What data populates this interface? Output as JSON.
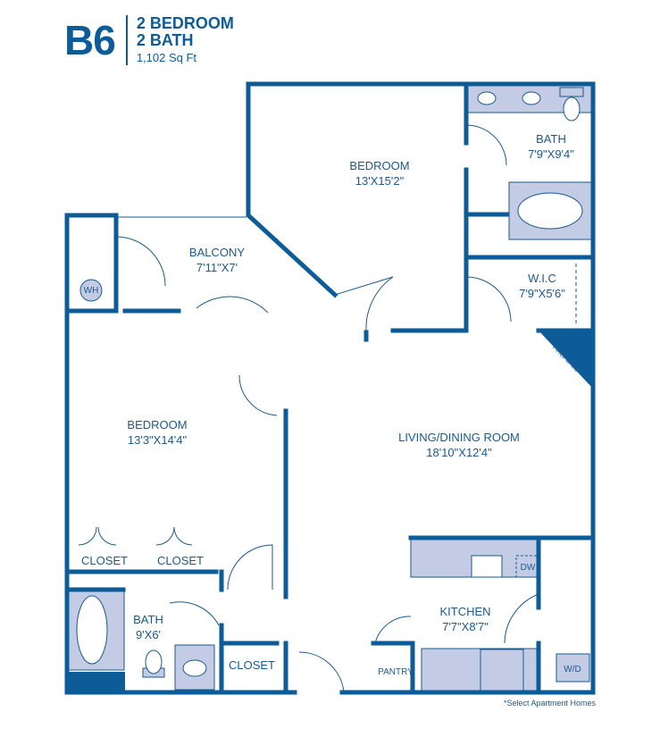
{
  "header": {
    "unit": "B6",
    "bedrooms": "2 BEDROOM",
    "baths": "2 BATH",
    "sqft": "1,102 Sq Ft"
  },
  "rooms": {
    "bedroom1": {
      "name": "BEDROOM",
      "size": "13'X15'2\""
    },
    "bath1": {
      "name": "BATH",
      "size": "7'9\"X9'4\""
    },
    "balcony": {
      "name": "BALCONY",
      "size": "7'11\"X7'"
    },
    "wic": {
      "name": "W.I.C",
      "size": "7'9\"X5'6\""
    },
    "wh": "WH",
    "fireplace": "FIREPLACE",
    "bedroom2": {
      "name": "BEDROOM",
      "size": "13'3\"X14'4\""
    },
    "living": {
      "name": "LIVING/DINING ROOM",
      "size": "18'10\"X12'4\""
    },
    "closet1": "CLOSET",
    "closet2": "CLOSET",
    "closet3": "CLOSET",
    "kitchen": {
      "name": "KITCHEN",
      "size": "7'7\"X8'7\""
    },
    "dw": "DW",
    "pantry": "PANTRY",
    "wd": "W/D",
    "bath2": {
      "name": "BATH",
      "size": "9'X6'"
    }
  },
  "colors": {
    "wall": "#0d5c97",
    "fixture": "#c3cbe5"
  },
  "footnote": "*Select Apartment Homes"
}
